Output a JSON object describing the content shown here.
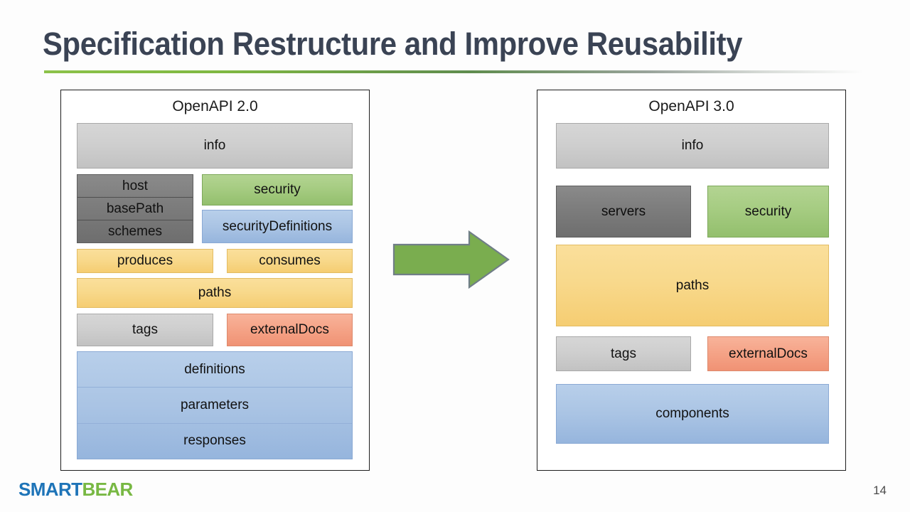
{
  "slide": {
    "title": "Specification Restructure and Improve Reusability",
    "page_number": "14",
    "accent_green": "#8cc24a",
    "title_color": "#3a4354"
  },
  "brand": {
    "part1": "SMART",
    "part2": "BEAR",
    "part1_color": "#1e74b8",
    "part2_color": "#78b843"
  },
  "arrow": {
    "name": "right-arrow",
    "fill": "#7aad4f",
    "stroke": "#707e87"
  },
  "left_panel": {
    "title": "OpenAPI 2.0",
    "blocks": {
      "info": "info",
      "host": "host",
      "basePath": "basePath",
      "schemes": "schemes",
      "security": "security",
      "securityDefinitions": "securityDefinitions",
      "produces": "produces",
      "consumes": "consumes",
      "paths": "paths",
      "tags": "tags",
      "externalDocs": "externalDocs",
      "definitions": "definitions",
      "parameters": "parameters",
      "responses": "responses"
    },
    "colors": {
      "info": "#cfcfcf",
      "server_stack": "#7e7e7e",
      "security": "#a6cc82",
      "securityDefinitions": "#aac4e4",
      "mime": "#f8d98c",
      "paths": "#f8d98c",
      "tags": "#cfcfcf",
      "externalDocs": "#f5a488",
      "definitions_stack": "#aac4e4"
    }
  },
  "right_panel": {
    "title": "OpenAPI 3.0",
    "blocks": {
      "info": "info",
      "servers": "servers",
      "security": "security",
      "paths": "paths",
      "tags": "tags",
      "externalDocs": "externalDocs",
      "components": "components"
    },
    "colors": {
      "info": "#cfcfcf",
      "servers": "#7e7e7e",
      "security": "#a6cc82",
      "paths": "#f8d98c",
      "tags": "#cfcfcf",
      "externalDocs": "#f5a488",
      "components": "#aac4e4"
    }
  }
}
